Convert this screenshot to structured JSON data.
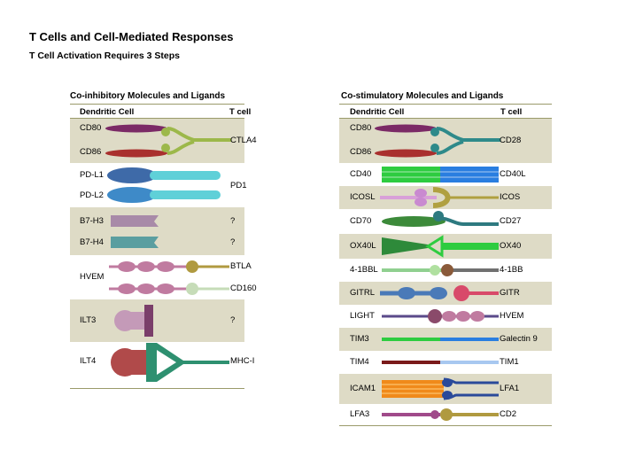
{
  "header": {
    "title": "T Cells and Cell-Mediated Responses",
    "subtitle": "T Cell Activation Requires 3 Steps"
  },
  "inhibitory": {
    "title": "Co-inhibitory Molecules and Ligands",
    "col_dc": "Dendritic Cell",
    "col_t": "T cell",
    "rows": [
      {
        "dc": [
          "CD80",
          "CD86"
        ],
        "t": [
          "CTLA4"
        ]
      },
      {
        "dc": [
          "PD-L1",
          "PD-L2"
        ],
        "t": [
          "PD1"
        ]
      },
      {
        "dc": [
          "B7-H3",
          "B7-H4"
        ],
        "t": [
          "?",
          "?"
        ]
      },
      {
        "dc": [
          "HVEM"
        ],
        "t": [
          "BTLA",
          "CD160"
        ]
      },
      {
        "dc": [
          "ILT3"
        ],
        "t": [
          "?"
        ]
      },
      {
        "dc": [
          "ILT4"
        ],
        "t": [
          "MHC-I"
        ]
      }
    ]
  },
  "stimulatory": {
    "title": "Co-stimulatory Molecules and Ligands",
    "col_dc": "Dendritic Cell",
    "col_t": "T cell",
    "rows": [
      {
        "dc": [
          "CD80",
          "CD86"
        ],
        "t": [
          "CD28"
        ]
      },
      {
        "dc": [
          "CD40"
        ],
        "t": [
          "CD40L"
        ]
      },
      {
        "dc": [
          "ICOSL"
        ],
        "t": [
          "ICOS"
        ]
      },
      {
        "dc": [
          "CD70"
        ],
        "t": [
          "CD27"
        ]
      },
      {
        "dc": [
          "OX40L"
        ],
        "t": [
          "OX40"
        ]
      },
      {
        "dc": [
          "4-1BBL"
        ],
        "t": [
          "4-1BB"
        ]
      },
      {
        "dc": [
          "GITRL"
        ],
        "t": [
          "GITR"
        ]
      },
      {
        "dc": [
          "LIGHT"
        ],
        "t": [
          "HVEM"
        ]
      },
      {
        "dc": [
          "TIM3"
        ],
        "t": [
          "Galectin 9"
        ]
      },
      {
        "dc": [
          "TIM4"
        ],
        "t": [
          "TIM1"
        ]
      },
      {
        "dc": [
          "ICAM1"
        ],
        "t": [
          "LFA1"
        ]
      },
      {
        "dc": [
          "LFA3"
        ],
        "t": [
          "CD2"
        ]
      }
    ]
  },
  "colors": {
    "band": "#dedbc6",
    "rule": "#9a9a6a"
  }
}
